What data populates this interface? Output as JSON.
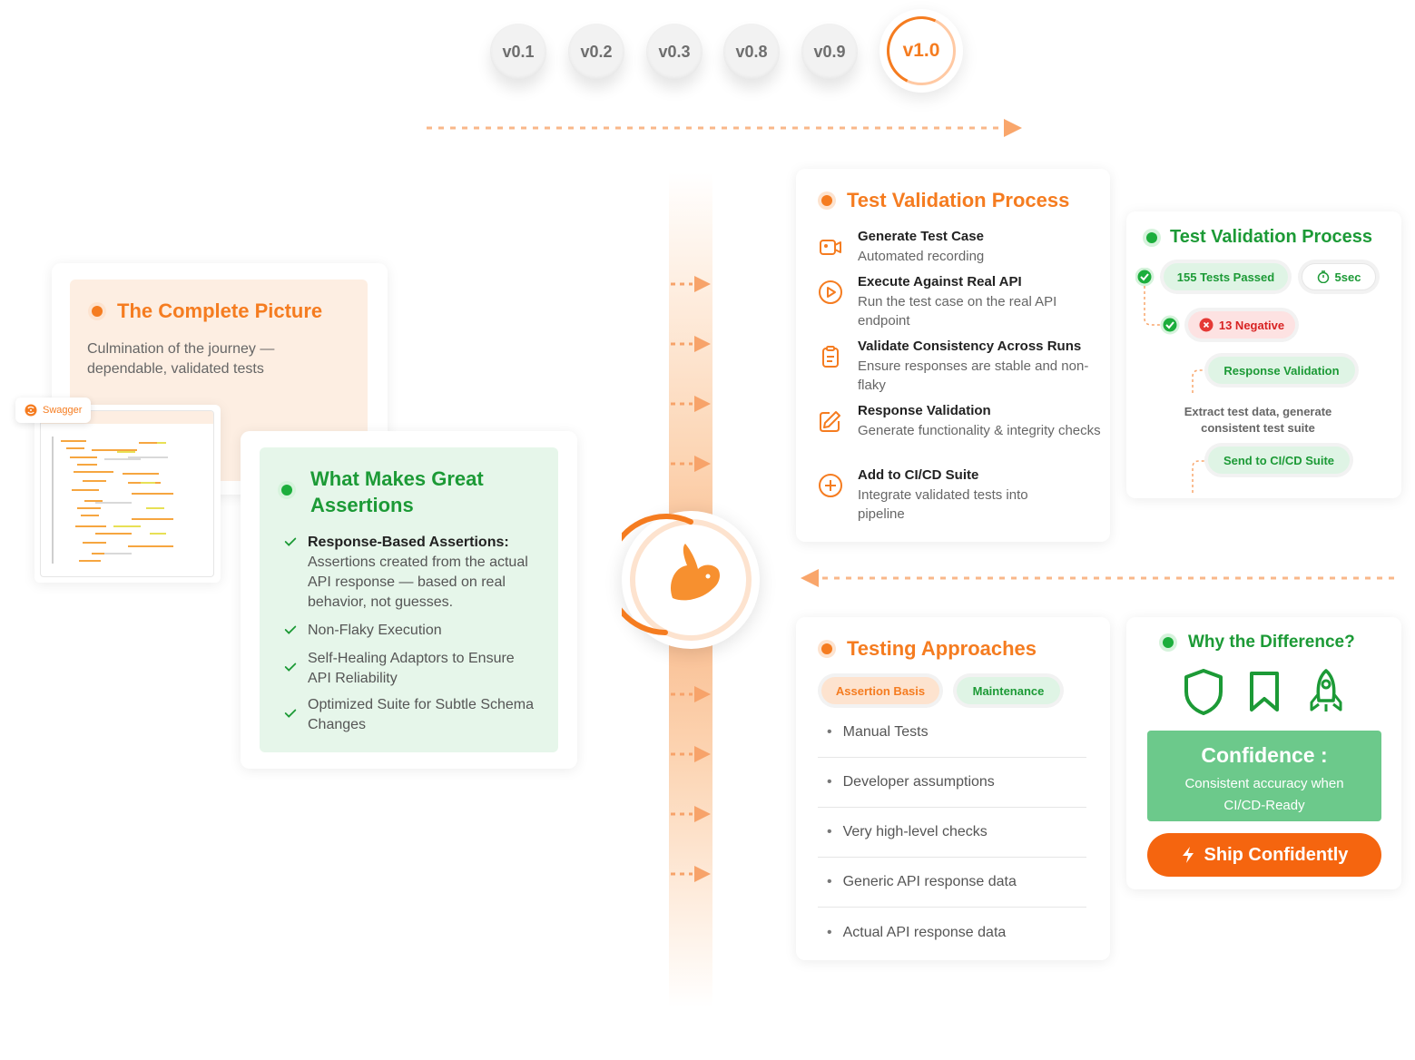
{
  "versions": [
    "v0.1",
    "v0.2",
    "v0.3",
    "v0.8",
    "v0.9"
  ],
  "active_version": "v1.0",
  "complete_picture": {
    "title": "The Complete Picture",
    "description": "Culmination of the journey — dependable, validated tests",
    "swagger_label": "Swagger"
  },
  "assertions": {
    "title_line1": "What Makes Great",
    "title_line2": "Assertions",
    "item1_heading": "Response-Based Assertions:",
    "item1_text": "Assertions created from the actual API response — based on real behavior, not guesses.",
    "item2": "Non-Flaky Execution",
    "item3": "Self-Healing Adaptors to Ensure API Reliability",
    "item4": "Optimized Suite for Subtle Schema Changes"
  },
  "process": {
    "title": "Test Validation Process",
    "steps": [
      {
        "title": "Generate Test Case",
        "desc": "Automated recording",
        "icon": "video-icon"
      },
      {
        "title": "Execute Against Real API",
        "desc": "Run the test case on the real API endpoint",
        "icon": "play-icon"
      },
      {
        "title": "Validate Consistency Across Runs",
        "desc": "Ensure responses are stable and non-flaky",
        "icon": "clipboard-icon"
      },
      {
        "title": "Response Validation",
        "desc": "Generate functionality & integrity checks",
        "icon": "edit-icon"
      },
      {
        "title": "Add to CI/CD Suite",
        "desc": "Integrate validated tests into pipeline",
        "icon": "plus-circle-icon"
      }
    ]
  },
  "results": {
    "title": "Test Validation Process",
    "passed": "155 Tests Passed",
    "time": "5sec",
    "negative": "13 Negative",
    "response_validation": "Response Validation",
    "extract_text": "Extract test data, generate consistent test suite",
    "send": "Send to CI/CD Suite"
  },
  "approaches": {
    "title": "Testing Approaches",
    "tab_assertion": "Assertion Basis",
    "tab_maintenance": "Maintenance",
    "rows": [
      "Manual Tests",
      "Developer assumptions",
      "Very high-level checks",
      "Generic API response data",
      "Actual API response data"
    ]
  },
  "difference": {
    "title": "Why the Difference?",
    "icons": [
      "shield-icon",
      "bookmark-icon",
      "rocket-icon"
    ],
    "confidence_title": "Confidence :",
    "confidence_text": "Consistent accuracy when CI/CD-Ready",
    "button": "Ship Confidently"
  },
  "colors": {
    "orange": "#f57c20",
    "green": "#1c9a36",
    "light_orange": "#fdeee2",
    "light_green": "#e6f6ea",
    "confidence_green": "#6cc98b"
  }
}
